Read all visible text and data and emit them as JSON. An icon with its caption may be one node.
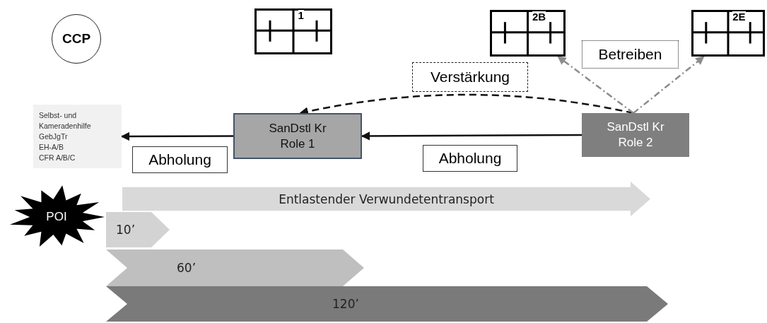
{
  "diagram": {
    "nodes": [
      {
        "text": [
          "CCP"
        ]
      },
      {
        "text": [
          "1"
        ]
      },
      {
        "text": [
          "2B"
        ]
      },
      {
        "text": [
          "2E"
        ]
      },
      {
        "text": [
          "Betreiben"
        ]
      },
      {
        "text": [
          "Verstärkung"
        ]
      },
      {
        "text": [
          "Selbst- und Kameradenhilfe",
          "GebJgTr",
          "EH-A/B",
          "CFR A/B/C"
        ]
      },
      {
        "text": [
          "SanDstl Kr Role 1"
        ]
      },
      {
        "text": [
          "SanDstl Kr Role 2"
        ]
      },
      {
        "text": [
          "Abholung"
        ]
      },
      {
        "text": [
          "Abholung"
        ]
      },
      {
        "text": [
          "Entlastender Verwundetentransport"
        ]
      },
      {
        "text": [
          "10’"
        ]
      },
      {
        "text": [
          "POI"
        ]
      },
      {
        "text": [
          "60’"
        ]
      },
      {
        "text": [
          "120’"
        ]
      }
    ],
    "edges": [
      {
        "from": 7,
        "to": 6,
        "arrow": "to"
      },
      {
        "from": 8,
        "to": 7,
        "arrow": "to"
      },
      {
        "from": 8,
        "to": 7,
        "arrow": "to",
        "style": "dashed"
      },
      {
        "from": 8,
        "to": 2,
        "arrow": "to",
        "style": "dashed",
        "color": "#8c8c8c"
      },
      {
        "from": 8,
        "to": 3,
        "arrow": "to",
        "style": "dashed",
        "color": "#8c8c8c"
      }
    ]
  }
}
